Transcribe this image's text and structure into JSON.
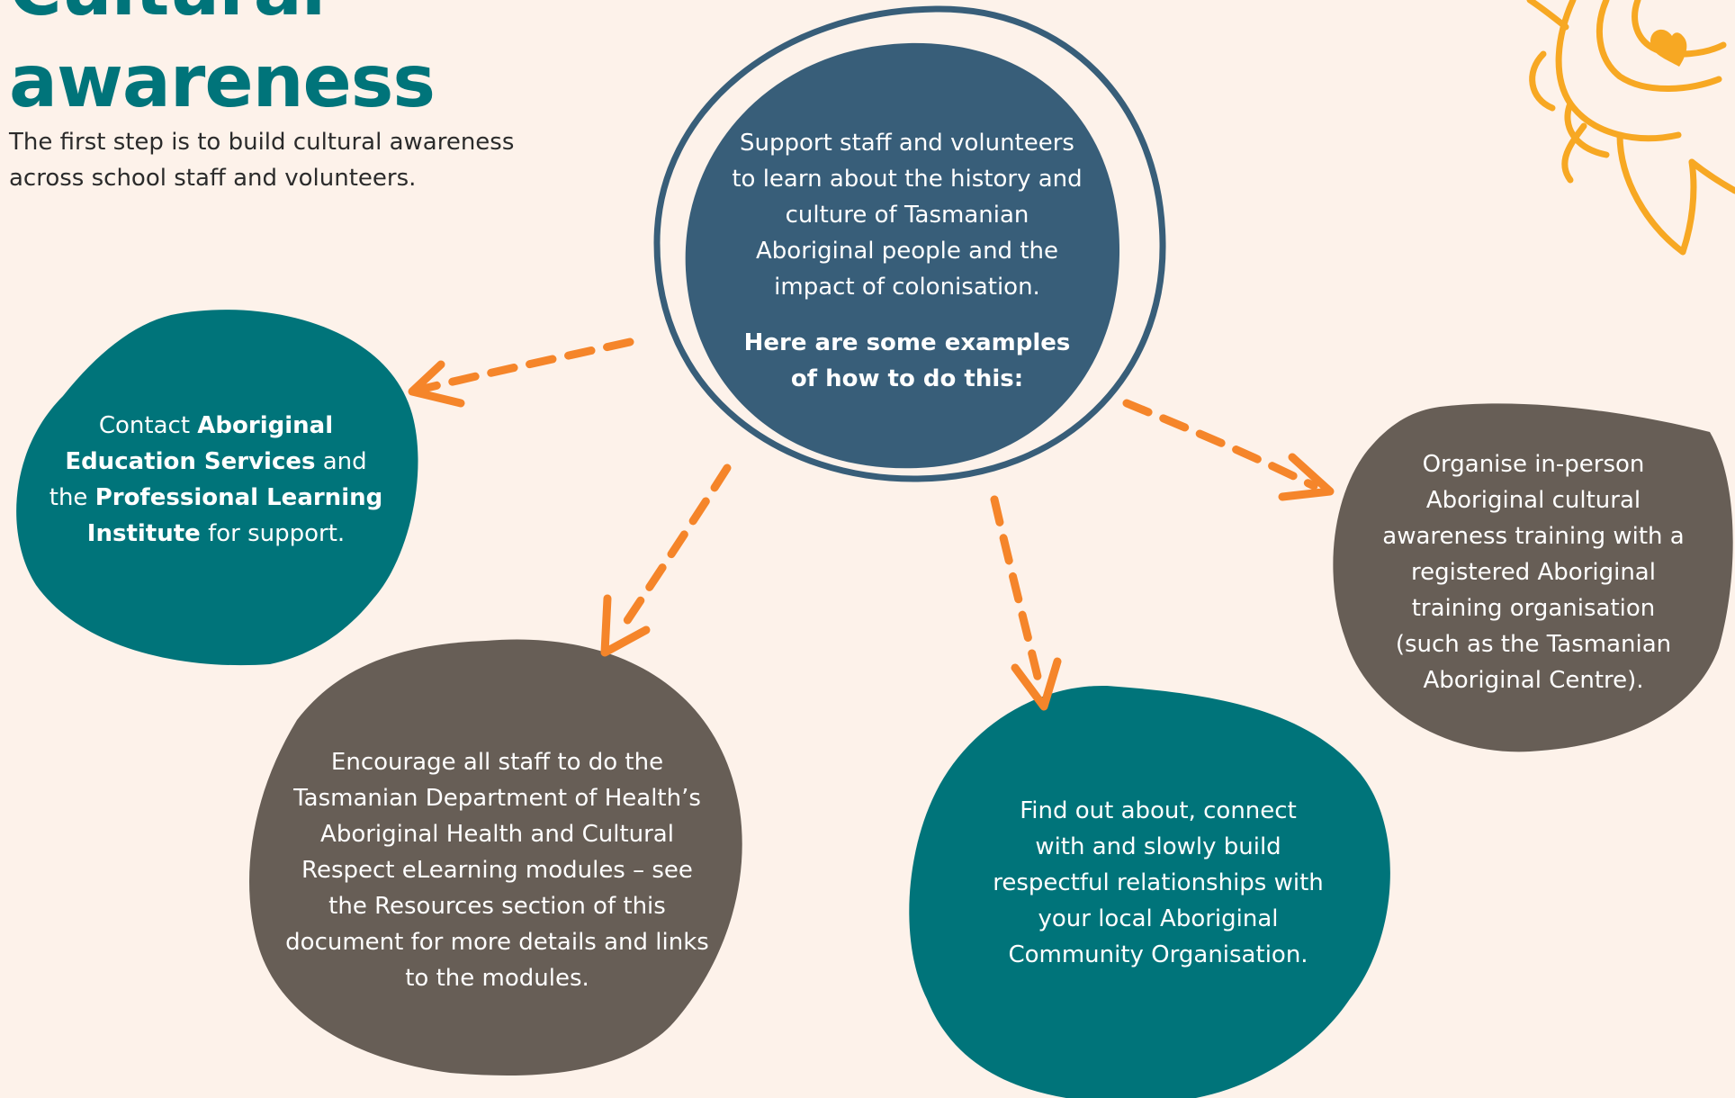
{
  "title": {
    "line1": "Cultural",
    "line2": "awareness"
  },
  "intro": "The first step is to build cultural awareness across school staff and volunteers.",
  "center": {
    "text": "Support staff and volunteers to learn about the history and culture of Tasmanian Aboriginal people and the impact of colonisation.",
    "examples": "Here are some examples of how to do this:"
  },
  "contact": {
    "prefix": "Contact ",
    "bold1": "Aboriginal Education Services",
    "middle": " and the ",
    "bold2": "Professional Learning Institute",
    "suffix": " for support."
  },
  "encourage": "Encourage all staff to do the Tasmanian Department of Health’s Aboriginal Health and Cultural Respect eLearning modules – see the Resources section of this document for more details and links to the modules.",
  "find_out": "Find out about, connect with and slowly build respectful relationships with your local Aboriginal Community Organisation.",
  "organise": "Organise in-person Aboriginal cultural awareness training with a registered Aboriginal training organisation (such as the Tasmanian Aboriginal Centre).",
  "colors": {
    "background": "#fdf2ea",
    "teal": "#00747a",
    "slate_blue": "#385e79",
    "brown_grey": "#675e56",
    "arrow_orange": "#f5852a",
    "sun_yellow": "#f7a823"
  }
}
